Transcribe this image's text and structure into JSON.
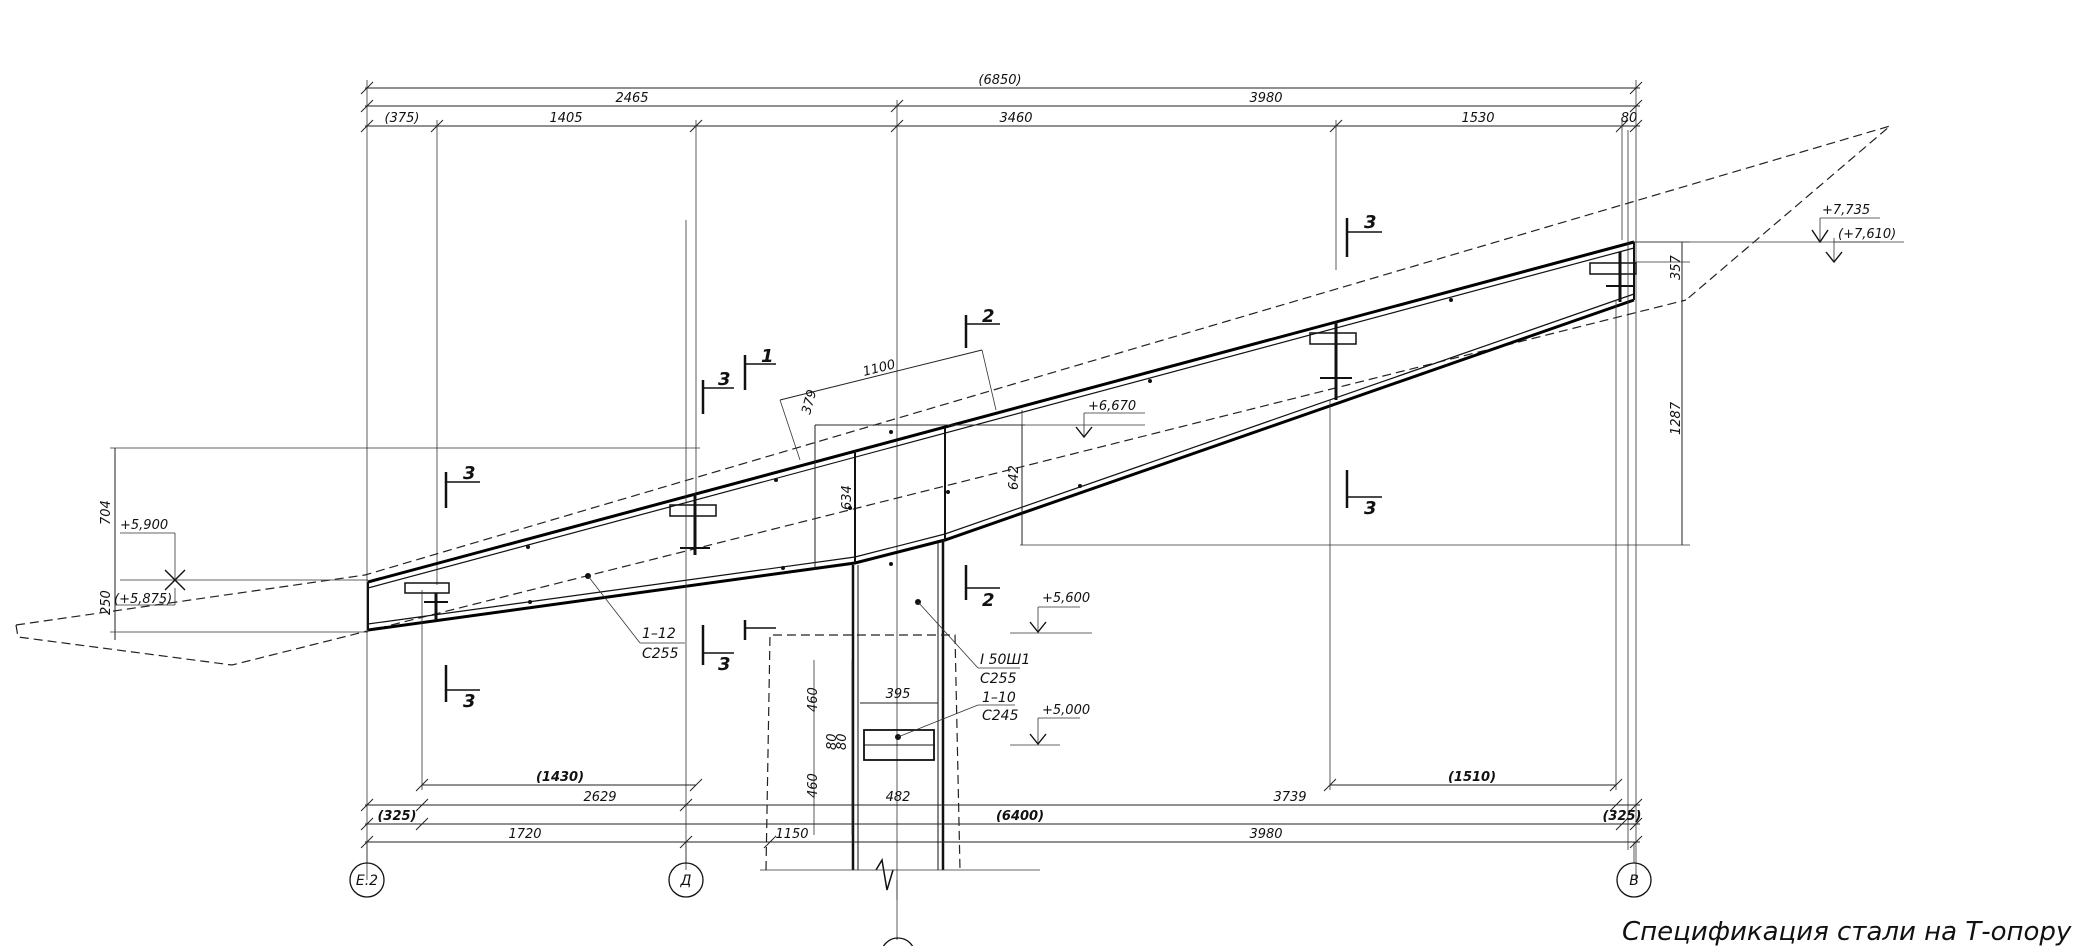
{
  "dims_top": {
    "overall": "(6850)",
    "left": "2465",
    "right": "3980",
    "s1": "(375)",
    "s2": "1405",
    "s3": "3460",
    "s4": "1530",
    "s5": "80"
  },
  "dims_bottom": {
    "b1": "(1430)",
    "b2": "2629",
    "b3": "(1510)",
    "b4": "3739",
    "b5": "(325)",
    "b6": "482",
    "b7": "(6400)",
    "b8": "(325)",
    "b9": "1720",
    "b10": "1150",
    "b11": "3980"
  },
  "dims_misc": {
    "beam_width": "1100",
    "beam_depth": "379",
    "h1": "634",
    "h2": "642",
    "v_left": "704",
    "v_left_small": "250",
    "v_right": "357",
    "v_right_big": "1287",
    "plate_w": "395",
    "p1": "460",
    "p2": "80",
    "p3": "80",
    "p4": "460"
  },
  "elevations": {
    "e1": "+7,735",
    "e2": "(+7,610)",
    "e3": "+6,670",
    "e4": "+5,900",
    "e5": "(+5,875)",
    "e6": "+5,600",
    "e7": "+5,000"
  },
  "sections": {
    "s1": "1",
    "s2": "2",
    "s3a": "3",
    "s3b": "3",
    "s3c": "3",
    "s3d": "3",
    "s3e": "3",
    "s2b": "2",
    "s3f": "3"
  },
  "callouts": {
    "plate_profile": "1–12",
    "plate_steel": "С255",
    "ibeam_profile": "I 50Ш1",
    "ibeam_steel": "С255",
    "plate2_profile": "1–10",
    "plate2_steel": "С245"
  },
  "axes": {
    "a1": "Е.2",
    "a2": "Д",
    "a3": "В"
  },
  "caption": "Спецификация стали на Т-опору"
}
